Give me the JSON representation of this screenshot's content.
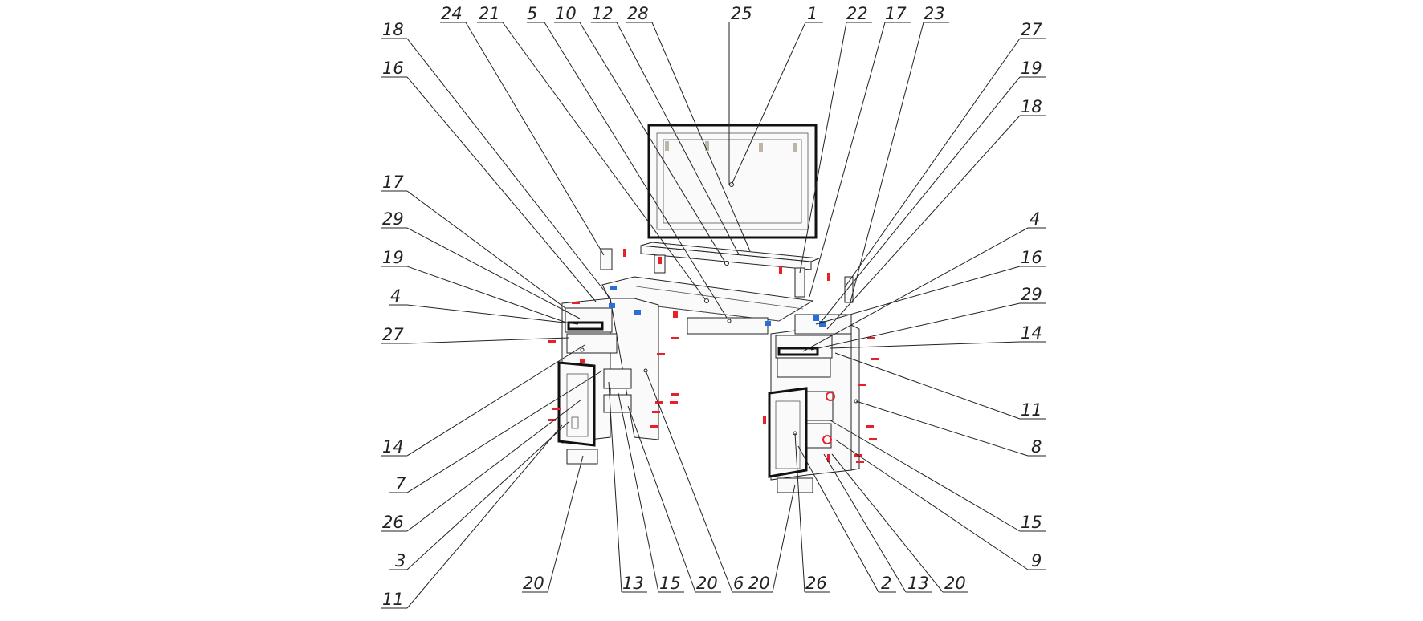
{
  "diagram": {
    "callouts_top": [
      "24",
      "21",
      "5",
      "10",
      "12",
      "28",
      "25",
      "1",
      "22",
      "17",
      "23"
    ],
    "callouts_left": [
      "18",
      "16",
      "17",
      "29",
      "19",
      "4",
      "27",
      "14",
      "7",
      "26",
      "3",
      "11"
    ],
    "callouts_right": [
      "27",
      "19",
      "18",
      "4",
      "16",
      "29",
      "14",
      "11",
      "8",
      "15",
      "9"
    ],
    "callouts_bottom": [
      "20",
      "13",
      "15",
      "20",
      "6",
      "20",
      "26",
      "2",
      "13",
      "20"
    ]
  },
  "colors": {
    "line": "#222222",
    "fastener_red": "#e8202a",
    "fastener_blue": "#2a6fd6",
    "background": "#ffffff"
  }
}
